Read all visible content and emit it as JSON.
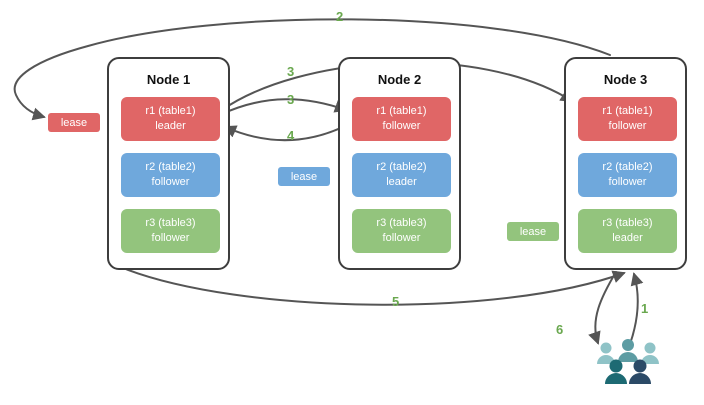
{
  "nodes": [
    {
      "title": "Node 1",
      "replicas": [
        {
          "name": "r1 (table1)",
          "role": "leader",
          "color_key": "red"
        },
        {
          "name": "r2 (table2)",
          "role": "follower",
          "color_key": "blue"
        },
        {
          "name": "r3 (table3)",
          "role": "follower",
          "color_key": "green"
        }
      ]
    },
    {
      "title": "Node 2",
      "replicas": [
        {
          "name": "r1 (table1)",
          "role": "follower",
          "color_key": "red"
        },
        {
          "name": "r2 (table2)",
          "role": "leader",
          "color_key": "blue"
        },
        {
          "name": "r3 (table3)",
          "role": "follower",
          "color_key": "green"
        }
      ]
    },
    {
      "title": "Node 3",
      "replicas": [
        {
          "name": "r1 (table1)",
          "role": "follower",
          "color_key": "red"
        },
        {
          "name": "r2 (table2)",
          "role": "follower",
          "color_key": "blue"
        },
        {
          "name": "r3 (table3)",
          "role": "leader",
          "color_key": "green"
        }
      ]
    }
  ],
  "leases": [
    {
      "label": "lease",
      "color_key": "red"
    },
    {
      "label": "lease",
      "color_key": "blue"
    },
    {
      "label": "lease",
      "color_key": "green"
    }
  ],
  "step_labels": [
    {
      "text": "2"
    },
    {
      "text": "3"
    },
    {
      "text": "3"
    },
    {
      "text": "4"
    },
    {
      "text": "5"
    },
    {
      "text": "6"
    },
    {
      "text": "1"
    }
  ],
  "colors": {
    "red": "#e06666",
    "blue": "#6fa8dc",
    "green": "#93c47d",
    "step_label": "#6aa84f",
    "arrow": "#555555",
    "node_border": "#3d3d3d",
    "users_light_teal": "#8fc3c7",
    "users_teal": "#5d9ca3",
    "users_dark_teal": "#1d6a73",
    "users_navy": "#2b4a67"
  },
  "icons": {
    "users": "people-cluster"
  }
}
